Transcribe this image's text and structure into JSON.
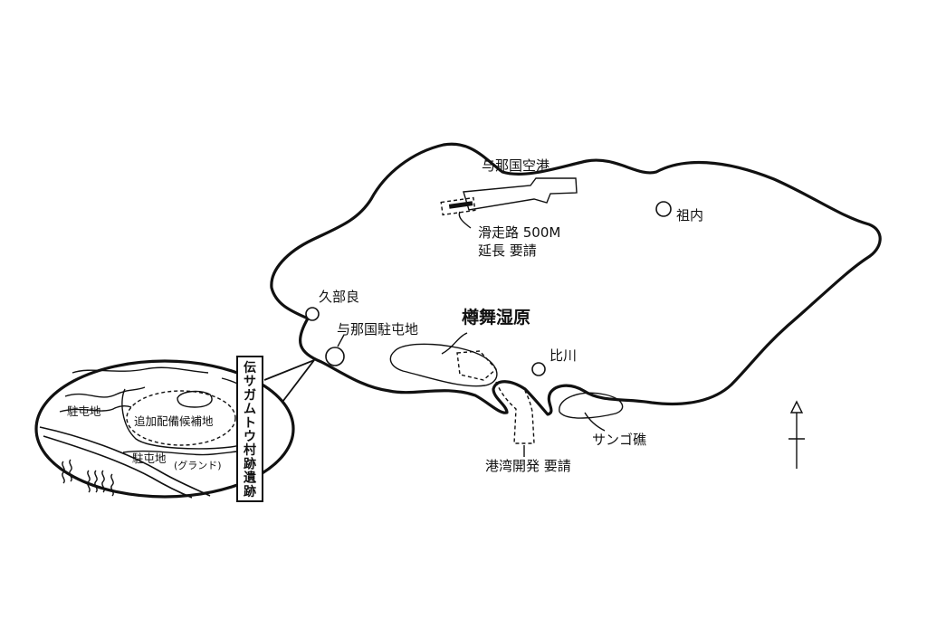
{
  "airport": {
    "label": "与那国空港"
  },
  "runway": {
    "line1": "滑走路 500M",
    "line2": "延長 要請"
  },
  "places": {
    "sonai": "祖内",
    "kubura": "久部良",
    "garrison": "与那国駐屯地",
    "higawa": "比川"
  },
  "wetland": {
    "label": "樽舞湿原"
  },
  "port": {
    "label": "港湾開発 要請"
  },
  "reef": {
    "label": "サンゴ礁"
  },
  "ruins": {
    "label": "伝サガムトウ村跡遺跡"
  },
  "inset": {
    "camp_left": "駐屯地",
    "candidate": "追加配備候補地",
    "camp_bottom": "駐屯地",
    "ground": "(グランド)"
  },
  "north_arrow": {
    "icon": "north-arrow-icon"
  }
}
